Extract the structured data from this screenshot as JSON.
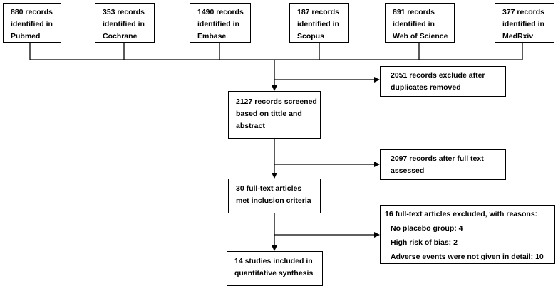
{
  "sources": [
    {
      "lines": [
        "880 records",
        "identified in",
        "Pubmed"
      ]
    },
    {
      "lines": [
        "353 records",
        "identified in",
        "Cochrane"
      ]
    },
    {
      "lines": [
        "1490 records",
        "identified in",
        "Embase"
      ]
    },
    {
      "lines": [
        "187 records",
        "identified in",
        "Scopus"
      ]
    },
    {
      "lines": [
        "891 records",
        "identified in",
        "Web of Science"
      ]
    },
    {
      "lines": [
        "377 records",
        "identified in",
        "MedRxiv"
      ]
    }
  ],
  "duplicates_removed": {
    "lines": [
      "2051 records exclude after",
      "duplicates removed"
    ]
  },
  "screened": {
    "lines": [
      "2127 records screened",
      "based on tittle and",
      "abstract"
    ]
  },
  "full_text_assessed": {
    "lines": [
      "2097 records after full text",
      "assessed"
    ]
  },
  "eligible": {
    "lines": [
      "30 full-text articles",
      "met inclusion criteria"
    ]
  },
  "excluded": {
    "title": "16 full-text articles excluded, with reasons:",
    "reasons": [
      "No placebo group: 4",
      "High risk of bias: 2",
      "Adverse events were not given in detail: 10"
    ]
  },
  "included": {
    "lines": [
      "14 studies included in",
      "quantitative synthesis"
    ]
  }
}
